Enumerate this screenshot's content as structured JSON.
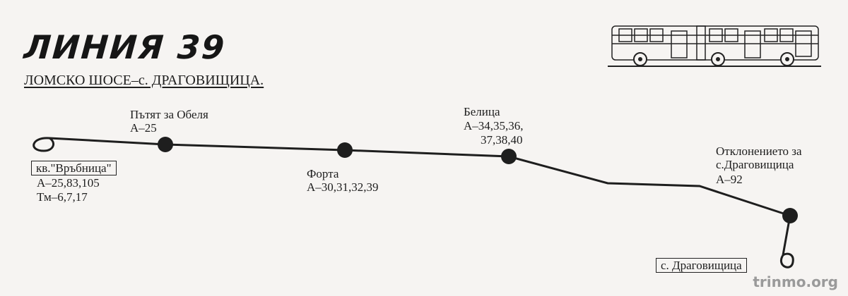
{
  "header": {
    "title": "ЛИНИЯ 39",
    "route": "ЛОМСКО ШОСЕ–с. ДРАГОВИЩИЦА."
  },
  "stops": {
    "start": {
      "name": "кв.\"Връбница\"",
      "lines_a": "А–25,83,105",
      "lines_tm": "Тм–6,7,17"
    },
    "obelya": {
      "name": "Пътят за Обеля",
      "lines": "А–25"
    },
    "forta": {
      "name": "Форта",
      "lines": "А–30,31,32,39"
    },
    "belitsa": {
      "name": "Белица",
      "lines_1": "А–34,35,36,",
      "lines_2": "37,38,40"
    },
    "otklonenie": {
      "name_1": "Отклонението за",
      "name_2": "с.Драговищица",
      "lines": "А–92"
    },
    "end": {
      "name": "с. Драговищица"
    }
  },
  "icons": {
    "vehicle": "articulated-bus-icon"
  },
  "watermark": "trinmo.org",
  "colors": {
    "line": "#1e1e1e",
    "background": "#f6f4f2"
  }
}
